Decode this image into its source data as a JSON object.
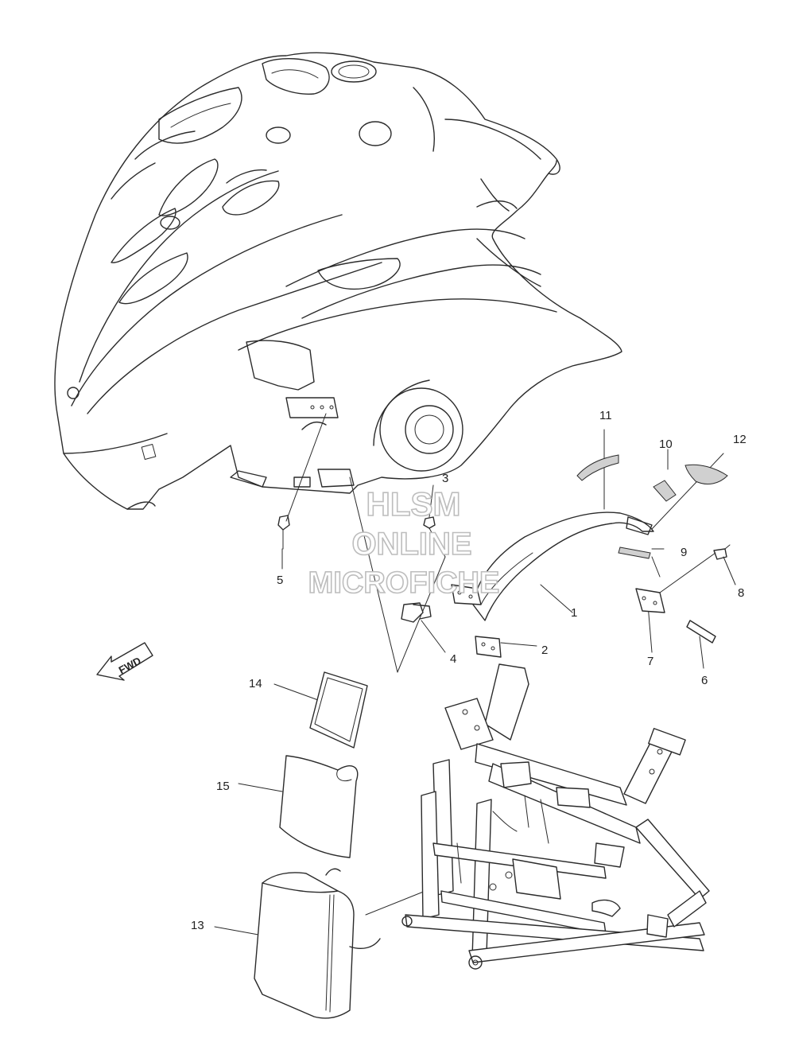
{
  "watermark": {
    "line1": "HLSM",
    "line2": "ONLINE",
    "line3": "MICROFICHE"
  },
  "direction_arrow": {
    "label": "FWD"
  },
  "callouts": {
    "c1": "1",
    "c2": "2",
    "c3": "3",
    "c4": "4",
    "c5": "5",
    "c6": "6",
    "c7": "7",
    "c8": "8",
    "c9": "9",
    "c10": "10",
    "c11": "11",
    "c12": "12",
    "c13": "13",
    "c14": "14",
    "c15": "15"
  }
}
